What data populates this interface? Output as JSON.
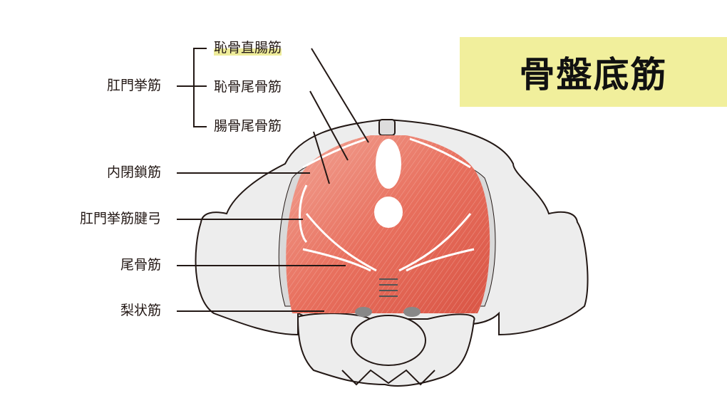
{
  "title": "骨盤底筋",
  "labels": {
    "levator_ani": "肛門挙筋",
    "puborectalis": "恥骨直腸筋",
    "pubococcygeus": "恥骨尾骨筋",
    "iliococcygeus": "腸骨尾骨筋",
    "obturator_internus": "内閉鎖筋",
    "arcus_tendineus": "肛門挙筋腱弓",
    "coccygeus": "尾骨筋",
    "piriformis": "梨状筋"
  },
  "colors": {
    "highlight": "#f1ef9c",
    "muscle": "#e8705e",
    "bone": "#ededed",
    "line": "#231815"
  }
}
